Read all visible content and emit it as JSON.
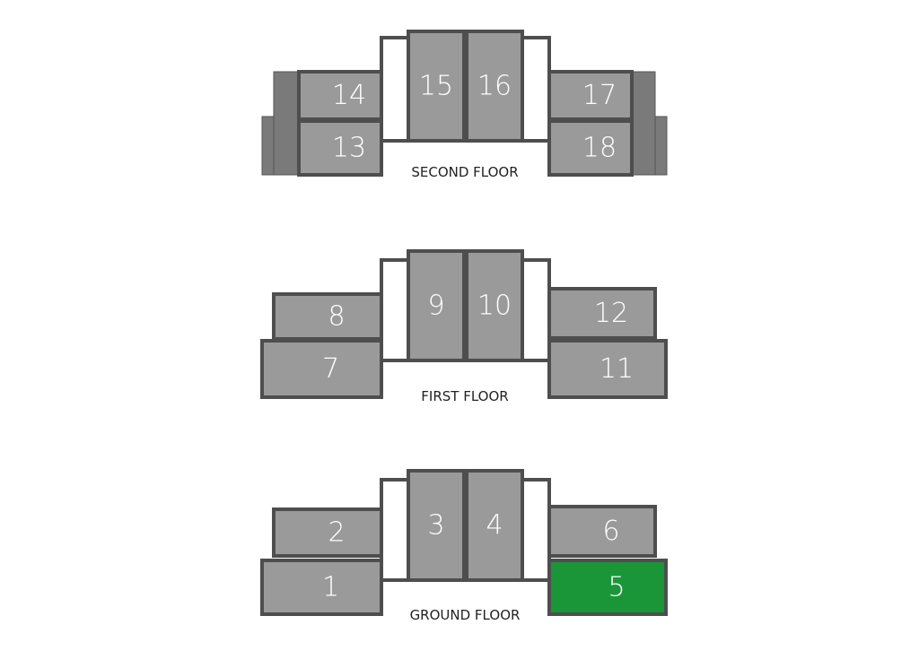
{
  "colors": {
    "unit": "#9a9a9a",
    "wall": "#4e4e4e",
    "highlight": "#1a9639"
  },
  "floors": [
    {
      "label": "SECOND FLOOR",
      "units": [
        {
          "number": "14",
          "highlighted": false
        },
        {
          "number": "13",
          "highlighted": false
        },
        {
          "number": "15",
          "highlighted": false
        },
        {
          "number": "16",
          "highlighted": false
        },
        {
          "number": "17",
          "highlighted": false
        },
        {
          "number": "18",
          "highlighted": false
        }
      ]
    },
    {
      "label": "FIRST FLOOR",
      "units": [
        {
          "number": "8",
          "highlighted": false
        },
        {
          "number": "7",
          "highlighted": false
        },
        {
          "number": "9",
          "highlighted": false
        },
        {
          "number": "10",
          "highlighted": false
        },
        {
          "number": "12",
          "highlighted": false
        },
        {
          "number": "11",
          "highlighted": false
        }
      ]
    },
    {
      "label": "GROUND FLOOR",
      "units": [
        {
          "number": "2",
          "highlighted": false
        },
        {
          "number": "1",
          "highlighted": false
        },
        {
          "number": "3",
          "highlighted": false
        },
        {
          "number": "4",
          "highlighted": false
        },
        {
          "number": "6",
          "highlighted": false
        },
        {
          "number": "5",
          "highlighted": true
        }
      ]
    }
  ]
}
